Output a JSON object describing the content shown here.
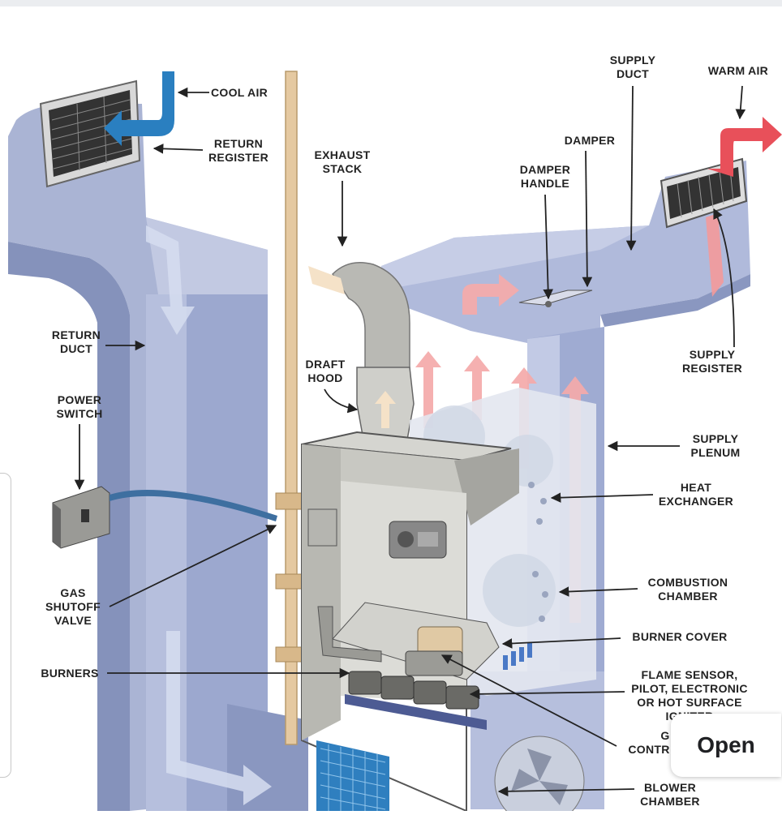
{
  "labels": {
    "cool_air": "COOL AIR",
    "return_register": [
      "RETURN",
      "REGISTER"
    ],
    "exhaust_stack": [
      "EXHAUST",
      "STACK"
    ],
    "supply_duct": [
      "SUPPLY",
      "DUCT"
    ],
    "warm_air": "WARM AIR",
    "damper": "DAMPER",
    "damper_handle": [
      "DAMPER",
      "HANDLE"
    ],
    "return_duct": [
      "RETURN",
      "DUCT"
    ],
    "draft_hood": [
      "DRAFT",
      "HOOD"
    ],
    "supply_register": [
      "SUPPLY",
      "REGISTER"
    ],
    "power_switch": [
      "POWER",
      "SWITCH"
    ],
    "supply_plenum": [
      "SUPPLY",
      "PLENUM"
    ],
    "heat_exchanger": [
      "HEAT",
      "EXCHANGER"
    ],
    "combustion_chamber": [
      "COMBUSTION",
      "CHAMBER"
    ],
    "gas_shutoff_valve": [
      "GAS",
      "SHUTOFF",
      "VALVE"
    ],
    "burner_cover": "BURNER COVER",
    "burners": "BURNERS",
    "flame_sensor": [
      "FLAME SENSOR,",
      "PILOT, ELECTRONIC",
      "OR HOT SURFACE",
      "IGNITER"
    ],
    "gas_control": [
      "G",
      "CONTR"
    ],
    "blower_chamber": [
      "BLOWER",
      "CHAMBER"
    ]
  },
  "open_button": "Open",
  "colors": {
    "duct": "#aab4d4",
    "duct_dark": "#7f8cb5",
    "warm": "#f49a9a",
    "warm_strong": "#e8505a",
    "cool": "#2a7fc0",
    "pipe": "#e5c9a1",
    "furnace": "#c7c7c2"
  }
}
